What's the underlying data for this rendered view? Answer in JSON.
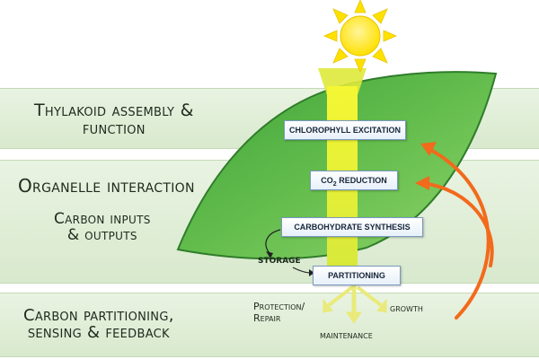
{
  "bands": {
    "thylakoid": {
      "line1": "Thylakoid assembly &",
      "line2": "function"
    },
    "organelle": {
      "label": "Organelle interaction"
    },
    "carbon_io": {
      "line1": "Carbon inputs",
      "line2": "& outputs"
    },
    "partitioning": {
      "line1": "Carbon partitioning,",
      "line2": "sensing & feedback"
    }
  },
  "steps": {
    "chlorophyll": "CHLOROPHYLL EXCITATION",
    "co2_prefix": "CO",
    "co2_sub": "2",
    "co2_suffix": " REDUCTION",
    "carbohydrate": "CARBOHYDRATE SYNTHESIS",
    "partitioning": "PARTITIONING"
  },
  "outputs": {
    "storage": "STORAGE",
    "protection_line1": "Protection/",
    "protection_line2": "Repair",
    "growth": "growth",
    "maintenance": "maintenance"
  },
  "colors": {
    "band": "#e1eed8",
    "leaf": "#5cb94a",
    "sun": "#ffe600",
    "beam": "#e6ee32",
    "feedback_arrow": "#f26a1b",
    "box_border": "#7a99c0"
  },
  "icons": [
    "sun-icon",
    "leaf-icon",
    "feedback-arrow-icon",
    "storage-arrow-icon",
    "output-arrows-icon"
  ]
}
